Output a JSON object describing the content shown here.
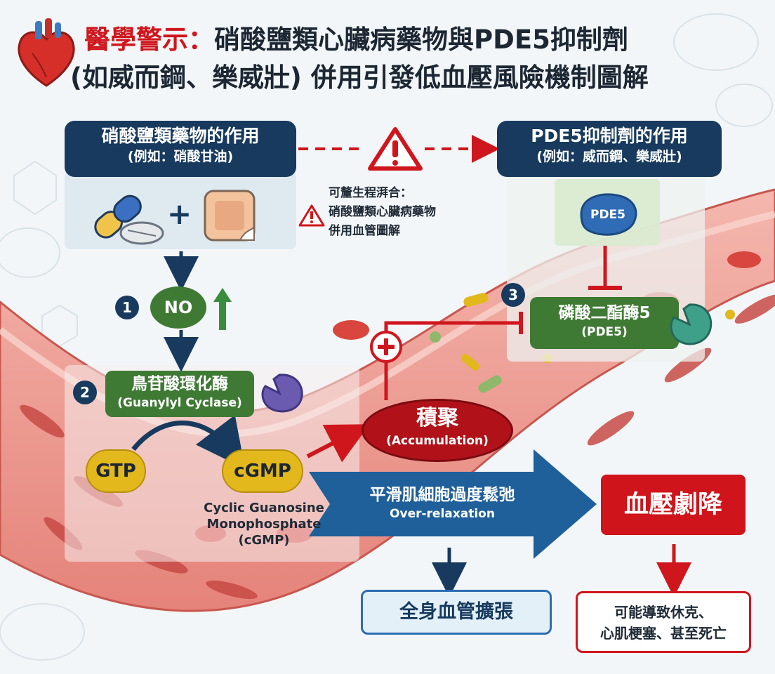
{
  "title": {
    "red_part": "醫學警示：",
    "line1_rest": "硝酸鹽類心臟病藥物與PDE5抑制劑",
    "line2": "(如威而鋼、樂威壯) 併用引發低血壓風險機制圖解"
  },
  "nitrate_box": {
    "title": "硝酸鹽類藥物的作用",
    "subtitle": "(例如：硝酸甘油)"
  },
  "pde5_box": {
    "title": "PDE5抑制劑的作用",
    "subtitle": "(例如：威而鋼、樂威壯)"
  },
  "warning_note": {
    "line1": "可釐生程湃合：",
    "line2": "硝酸鹽類心臟病藥物",
    "line3": "併用血管圖解"
  },
  "plus_sign": "+",
  "pde5_drug_label": "PDE5",
  "steps": {
    "step1": "1",
    "step2": "2",
    "step3": "3"
  },
  "no_label": "NO",
  "gc": {
    "title": "鳥苷酸環化酶",
    "subtitle": "(Guanylyl Cyclase)"
  },
  "gtp": "GTP",
  "cgmp": "cGMP",
  "cgmp_caption": {
    "line1": "Cyclic Guanosine",
    "line2": "Monophosphate",
    "line3": "(cGMP)"
  },
  "pde5_enzyme": {
    "title": "磷酸二酯酶5",
    "subtitle": "(PDE5)"
  },
  "accumulation": {
    "title": "積聚",
    "subtitle": "(Accumulation)"
  },
  "relaxation": {
    "title": "平滑肌細胞過度鬆弛",
    "subtitle": "Over-relaxation"
  },
  "bp_drop": "血壓劇降",
  "vasodilation": "全身血管擴張",
  "risk": {
    "line1": "可能導致休克、",
    "line2": "心肌梗塞、甚至死亡"
  },
  "colors": {
    "navy": "#173a5e",
    "red": "#d0161d",
    "green": "#3f7a35",
    "yellow": "#e2b81c",
    "vessel": "#e88c84"
  },
  "icons": [
    "heart-icon",
    "warning-icon",
    "capsule-icon",
    "tablet-icon",
    "patch-icon",
    "enzyme-icon",
    "up-arrow-icon",
    "inhibit-icon",
    "plus-icon"
  ]
}
